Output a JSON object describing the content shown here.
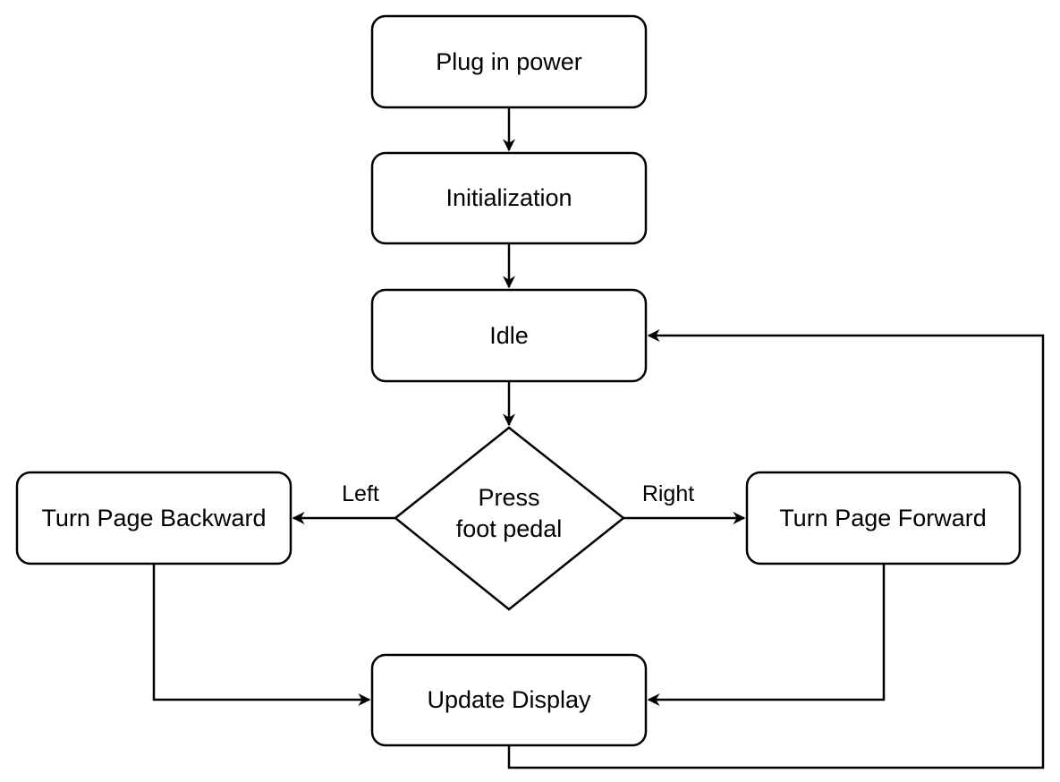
{
  "colors": {
    "stroke": "#000000",
    "fill": "#ffffff",
    "text": "#000000",
    "background": "#ffffff"
  },
  "nodes": {
    "plug_in_power": "Plug in power",
    "initialization": "Initialization",
    "idle": "Idle",
    "decision_line1": "Press",
    "decision_line2": "foot pedal",
    "turn_page_backward": "Turn Page Backward",
    "turn_page_forward": "Turn Page Forward",
    "update_display": "Update Display"
  },
  "edges": {
    "left_label": "Left",
    "right_label": "Right"
  }
}
